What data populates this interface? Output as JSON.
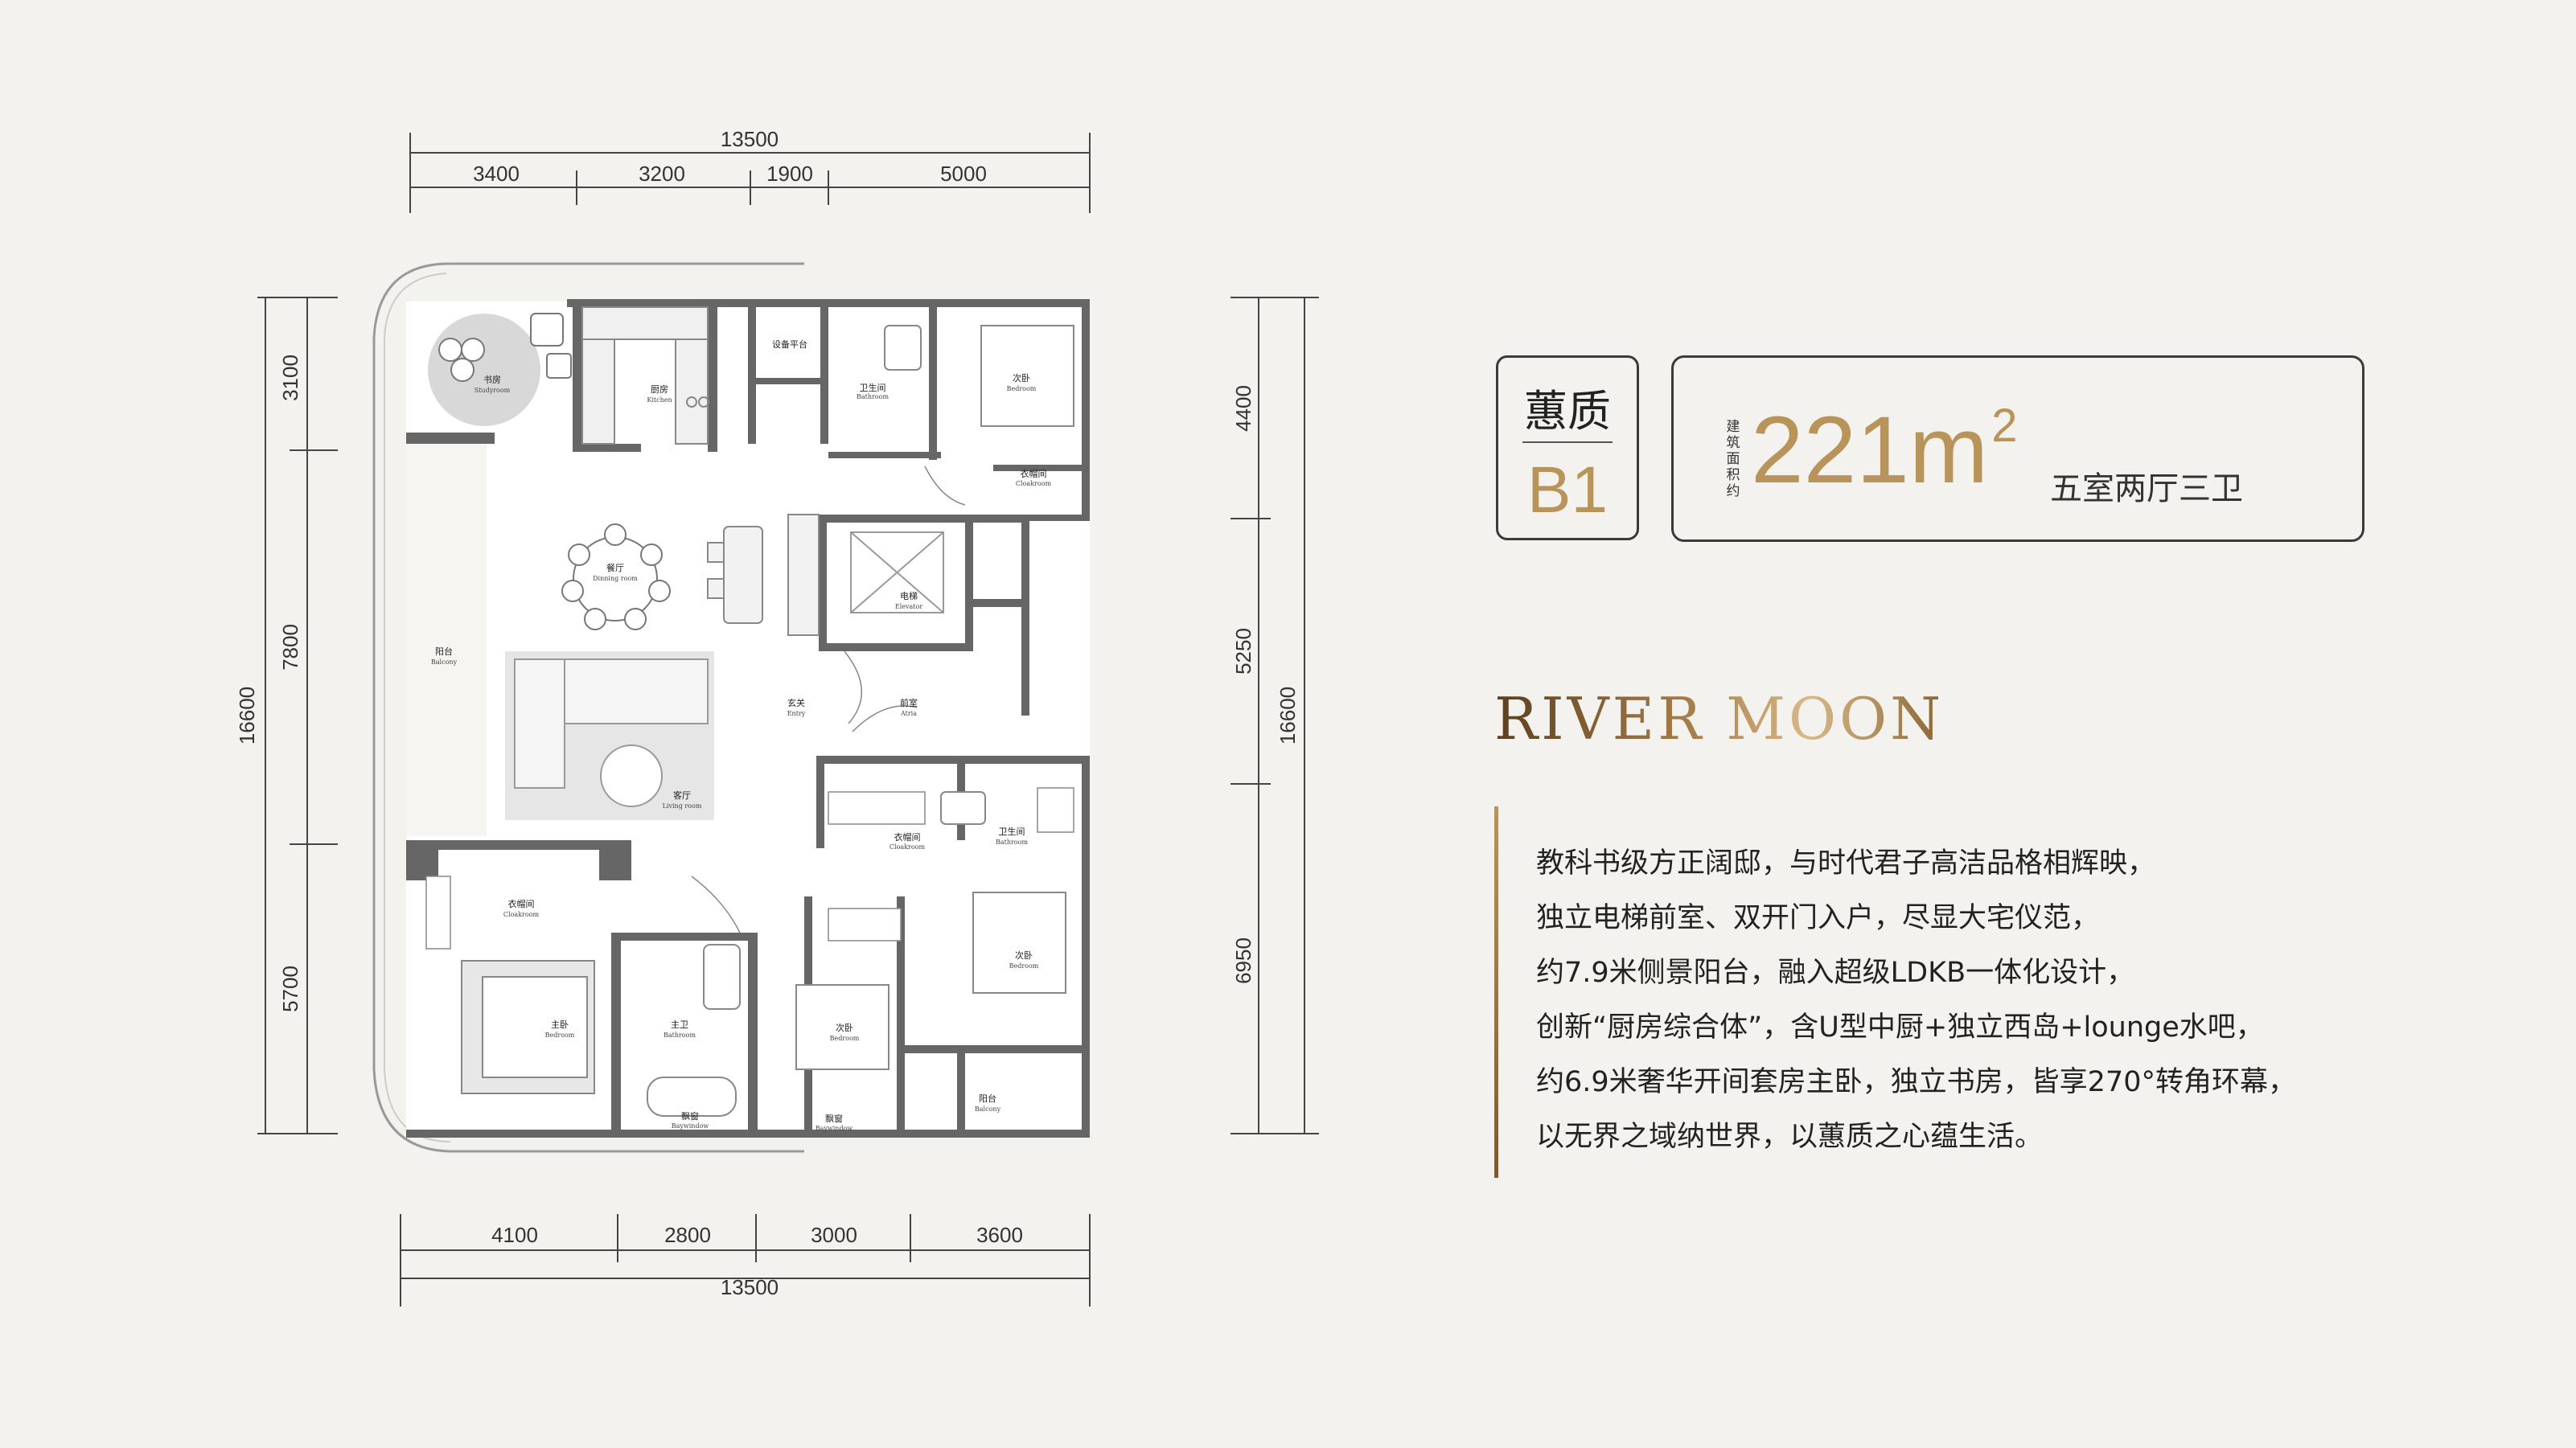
{
  "badge": {
    "name": "蕙质",
    "code": "B1"
  },
  "info": {
    "area_label": "建筑面积约",
    "area_value": "221",
    "area_unit": "m",
    "area_sup": "2",
    "layout_type": "五室两厅三卫"
  },
  "brand": "RIVER MOON",
  "description": [
    "教科书级方正阔邸，与时代君子高洁品格相辉映，",
    "独立电梯前室、双开门入户，尽显大宅仪范，",
    "约7.9米侧景阳台，融入超级LDKB一体化设计，",
    "创新“厨房综合体”，含U型中厨+独立西岛+lounge水吧，",
    "约6.9米奢华开间套房主卧，独立书房，皆享270°转角环幕，",
    "以无界之域纳世界，以蕙质之心蕴生活。"
  ],
  "dimensions": {
    "top_total": "13500",
    "top_segments": [
      "3400",
      "3200",
      "1900",
      "5000"
    ],
    "bottom_total": "13500",
    "bottom_segments": [
      "4100",
      "2800",
      "3000",
      "3600"
    ],
    "left_total": "16600",
    "left_segments": [
      "3100",
      "7800",
      "5700"
    ],
    "right_total": "16600",
    "right_segments": [
      "4400",
      "5250",
      "6950"
    ]
  },
  "rooms": {
    "study": {
      "cn": "书房",
      "en": "Studyroom"
    },
    "kitchen": {
      "cn": "厨房",
      "en": "Kitchen"
    },
    "equipment": {
      "cn": "设备平台",
      "en": ""
    },
    "bath_top": {
      "cn": "卫生间",
      "en": "Bathroom"
    },
    "bedroom_tr": {
      "cn": "次卧",
      "en": "Bedroom"
    },
    "closet_tr": {
      "cn": "衣帽间",
      "en": "Cloakroom"
    },
    "dining": {
      "cn": "餐厅",
      "en": "Dinning room"
    },
    "elevator": {
      "cn": "电梯",
      "en": "Elevator"
    },
    "balcony_left": {
      "cn": "阳台",
      "en": "Balcony"
    },
    "entry": {
      "cn": "玄关",
      "en": "Entry"
    },
    "atria": {
      "cn": "前室",
      "en": "Atria"
    },
    "living": {
      "cn": "客厅",
      "en": "Living room"
    },
    "closet_mid": {
      "cn": "衣帽间",
      "en": "Cloakroom"
    },
    "bath_mid": {
      "cn": "卫生间",
      "en": "Bathroom"
    },
    "closet_left": {
      "cn": "衣帽间",
      "en": "Cloakroom"
    },
    "bedroom_mr": {
      "cn": "次卧",
      "en": "Bedroom"
    },
    "master": {
      "cn": "主卧",
      "en": "Bedroom"
    },
    "master_bath": {
      "cn": "主卫",
      "en": "Bathroom"
    },
    "bedroom_bc": {
      "cn": "次卧",
      "en": "Bedroom"
    },
    "balcony_br": {
      "cn": "阳台",
      "en": "Balcony"
    },
    "bay1": {
      "cn": "飘窗",
      "en": "Baywindow"
    },
    "bay2": {
      "cn": "飘窗",
      "en": "Baywindow"
    }
  },
  "colors": {
    "accent_gold": "#b8935a",
    "wall": "#6b6b6b",
    "background": "#f4f2ee"
  }
}
